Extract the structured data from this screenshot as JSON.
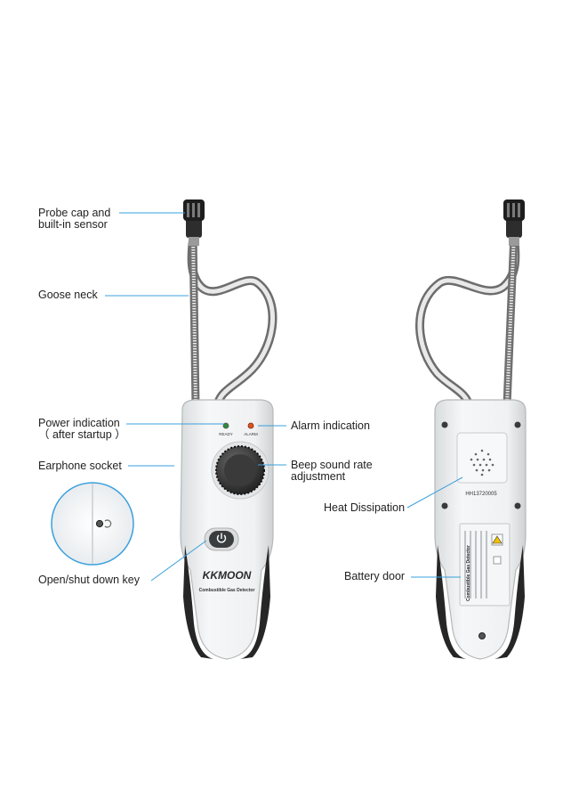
{
  "colors": {
    "callout_line": "#3aa0dc",
    "device_body": "#eef0f1",
    "device_outline": "#b9bcbf",
    "grip": "#2b2b2b",
    "knob": "#3c3c3c",
    "alarm_led": "#e0531f",
    "ready_led": "#2f8a3a"
  },
  "callouts": {
    "probe": {
      "line1": "Probe cap and",
      "line2": "built-in sensor"
    },
    "goose_neck": "Goose neck",
    "power": {
      "line1": "Power indication",
      "line2": "（ after startup ）"
    },
    "alarm": "Alarm indication",
    "earphone": "Earphone socket",
    "beep": {
      "line1": "Beep sound rate",
      "line2": "adjustment"
    },
    "power_key": "Open/shut down key",
    "heat": "Heat Dissipation",
    "battery": "Battery door"
  },
  "device_front": {
    "ready_label": "READY",
    "alarm_label": "ALARM",
    "brand": "KKMOON",
    "product": "Combustible Gas Detector",
    "power_icon": "power-icon"
  },
  "device_back": {
    "serial": "HH13720005",
    "sticker_title": "Combustible Gas Detector"
  }
}
